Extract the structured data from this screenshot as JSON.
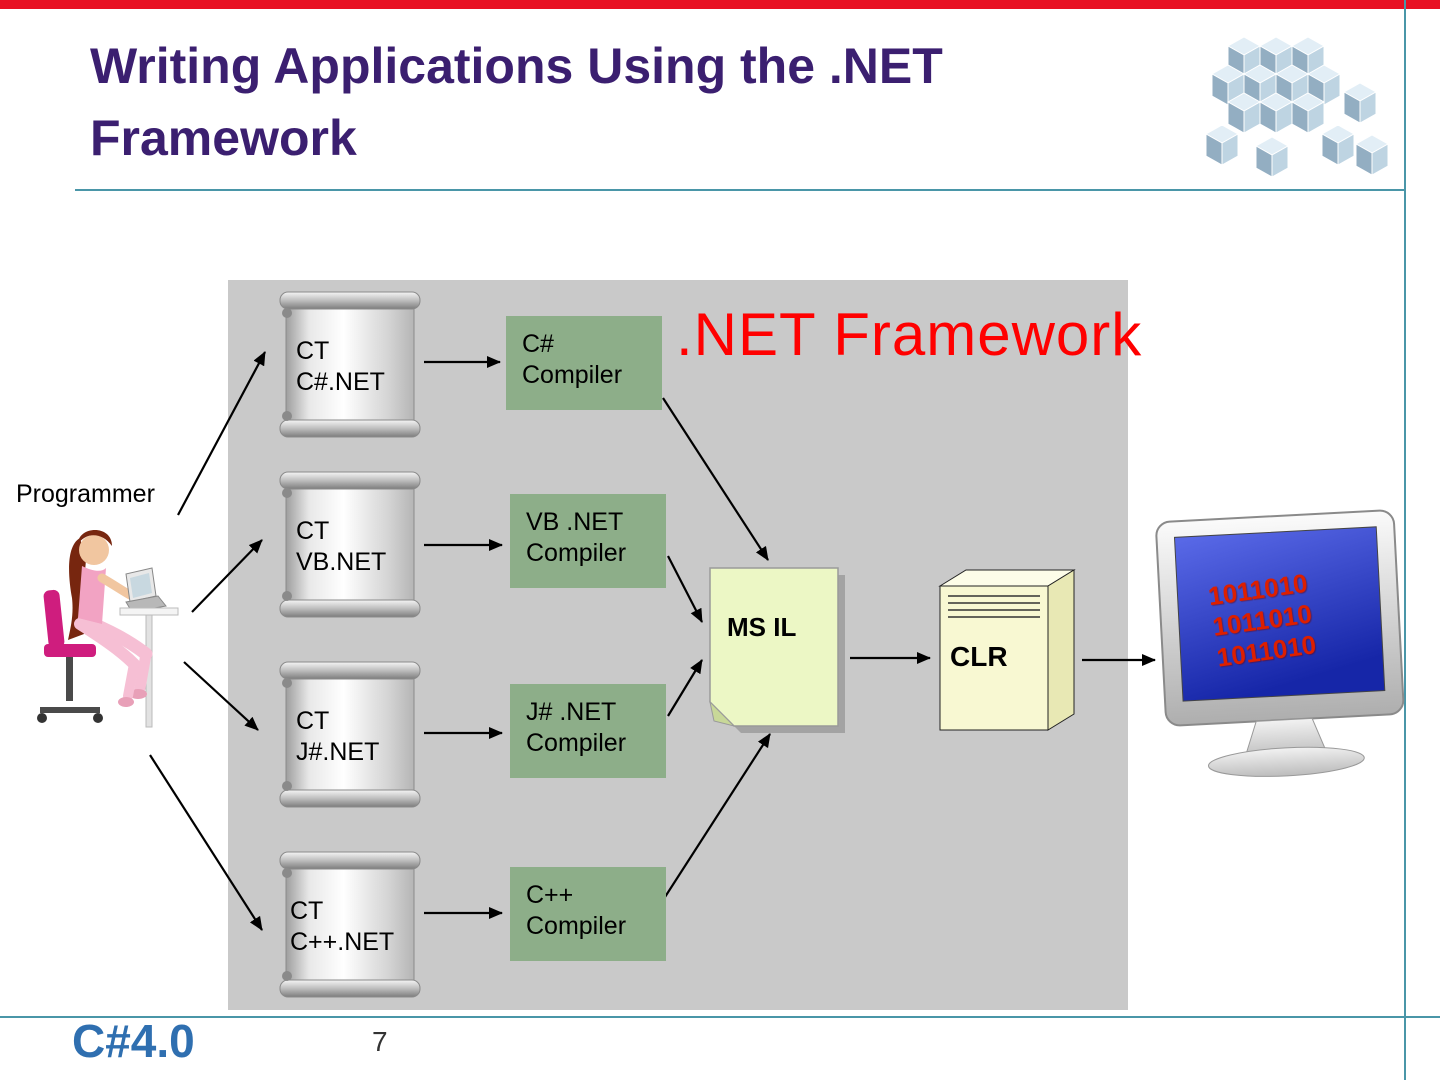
{
  "slide": {
    "title_line1": "Writing Applications Using the .NET",
    "title_line2": "Framework",
    "footer_brand": "C#4.0",
    "page_number": "7"
  },
  "diagram": {
    "framework_label": ".NET Framework",
    "programmer_label": "Programmer",
    "scrolls": [
      {
        "line1": "CT",
        "line2": "C#.NET"
      },
      {
        "line1": "CT",
        "line2": "VB.NET"
      },
      {
        "line1": "CT",
        "line2": "J#.NET"
      },
      {
        "line1": "CT",
        "line2": "C++.NET"
      }
    ],
    "compilers": [
      {
        "line1": "C#",
        "line2": "Compiler"
      },
      {
        "line1": "VB .NET",
        "line2": "Compiler"
      },
      {
        "line1": "J# .NET",
        "line2": "Compiler"
      },
      {
        "line1": "C++",
        "line2": "Compiler"
      }
    ],
    "msil_label": "MS IL",
    "clr_label": "CLR",
    "monitor_lines": [
      "1011010",
      "1011010",
      "1011010"
    ]
  },
  "icons": {
    "cubes_image": "3d-cubes-cluster",
    "programmer_illustration": "woman-at-laptop-clipart",
    "msil_shape": "document-page-folded-corner",
    "clr_shape": "server-3d-box",
    "monitor_illustration": "computer-monitor"
  },
  "colors": {
    "top_bar_red": "#e81123",
    "accent_teal": "#4a96a8",
    "title_purple": "#3b1f70",
    "framework_red": "#ff0000",
    "diagram_gray": "#c9c9c9",
    "compiler_green": "#8dae89",
    "msil_yellow_green": "#ecf7c5",
    "clr_cream": "#f8f8d2",
    "screen_blue": "#2b3fd0",
    "binary_red": "#dd1f00",
    "brand_blue": "#2f6fb0"
  }
}
